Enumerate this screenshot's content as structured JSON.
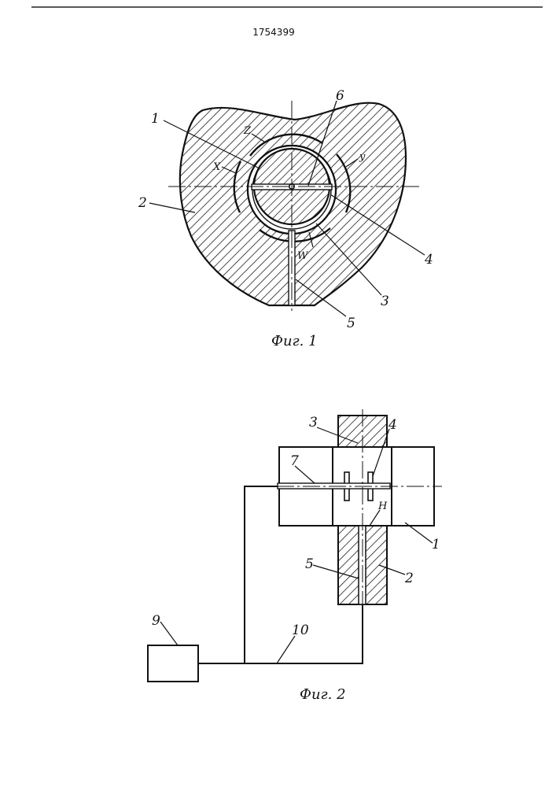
{
  "document": {
    "number": "1754399"
  },
  "figure1": {
    "caption": "Фиг. 1",
    "callouts": {
      "c1": "1",
      "c2": "2",
      "c3": "3",
      "c4": "4",
      "c5": "5",
      "c6": "6"
    },
    "letters": {
      "x": "X",
      "y": "y",
      "z": "Z",
      "w": "W"
    }
  },
  "figure2": {
    "caption": "Фиг. 2",
    "callouts": {
      "c1": "1",
      "c2": "2",
      "c3": "3",
      "c4": "4",
      "c5": "5",
      "c7": "7",
      "c9": "9",
      "c10": "10"
    },
    "letters": {
      "h": "H"
    }
  },
  "colors": {
    "ink": "#111111",
    "paper": "#ffffff",
    "speckle": "#9a9a9a"
  }
}
